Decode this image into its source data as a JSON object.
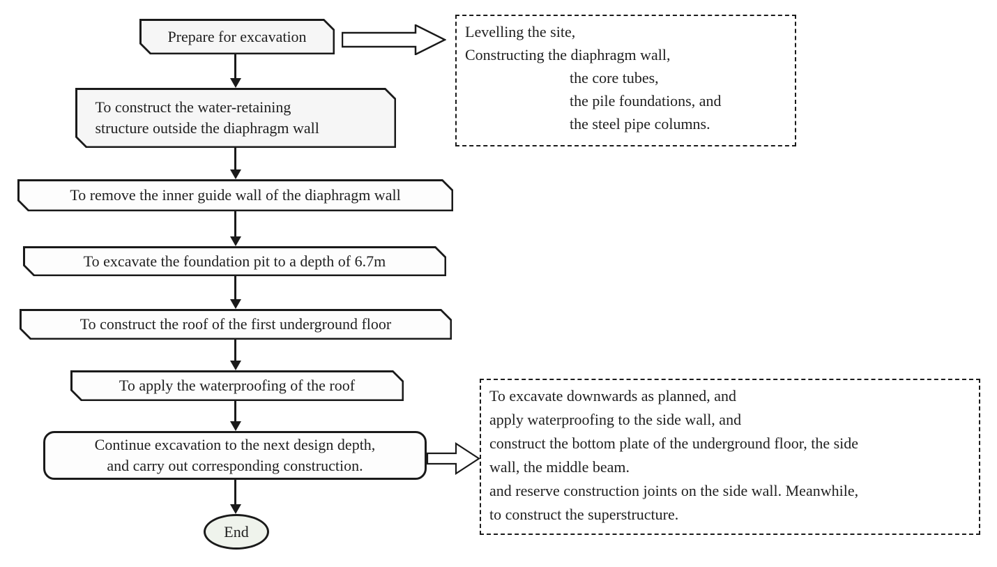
{
  "flowchart": {
    "nodes": {
      "prepare": {
        "label": "Prepare for excavation"
      },
      "water_retaining": {
        "lines": [
          "To construct the water-retaining",
          "structure outside the diaphragm wall"
        ]
      },
      "remove_guide_wall": {
        "label": "To remove the inner guide wall of the diaphragm wall"
      },
      "excavate_pit": {
        "label": "To excavate the foundation pit to a depth of 6.7m"
      },
      "construct_roof": {
        "label": "To construct the roof of the first underground floor"
      },
      "apply_waterproofing": {
        "label": "To apply the waterproofing of the roof"
      },
      "continue_excavation": {
        "lines": [
          "Continue excavation to the next design depth,",
          "and carry out corresponding construction."
        ]
      },
      "end": {
        "label": "End"
      }
    },
    "annotations": {
      "site_preparation": {
        "lines": [
          "Levelling the site,",
          "Constructing the diaphragm wall,",
          "the core tubes,",
          "the pile foundations, and",
          "the steel pipe columns."
        ]
      },
      "excavation_cycle": {
        "lines": [
          "To excavate downwards as planned, and",
          "apply waterproofing to the side wall, and",
          "construct the bottom plate of the underground floor, the side",
          "wall, the middle beam.",
          "and reserve construction joints on the side wall. Meanwhile,",
          "to construct the superstructure."
        ]
      }
    }
  },
  "colors": {
    "node_border": "#1a1a1a",
    "node_fill_light": "#f6f6f6",
    "node_fill_white": "#fdfdfd",
    "end_fill": "#eff3ec",
    "text": "#1f1f1f",
    "background": "#ffffff"
  }
}
